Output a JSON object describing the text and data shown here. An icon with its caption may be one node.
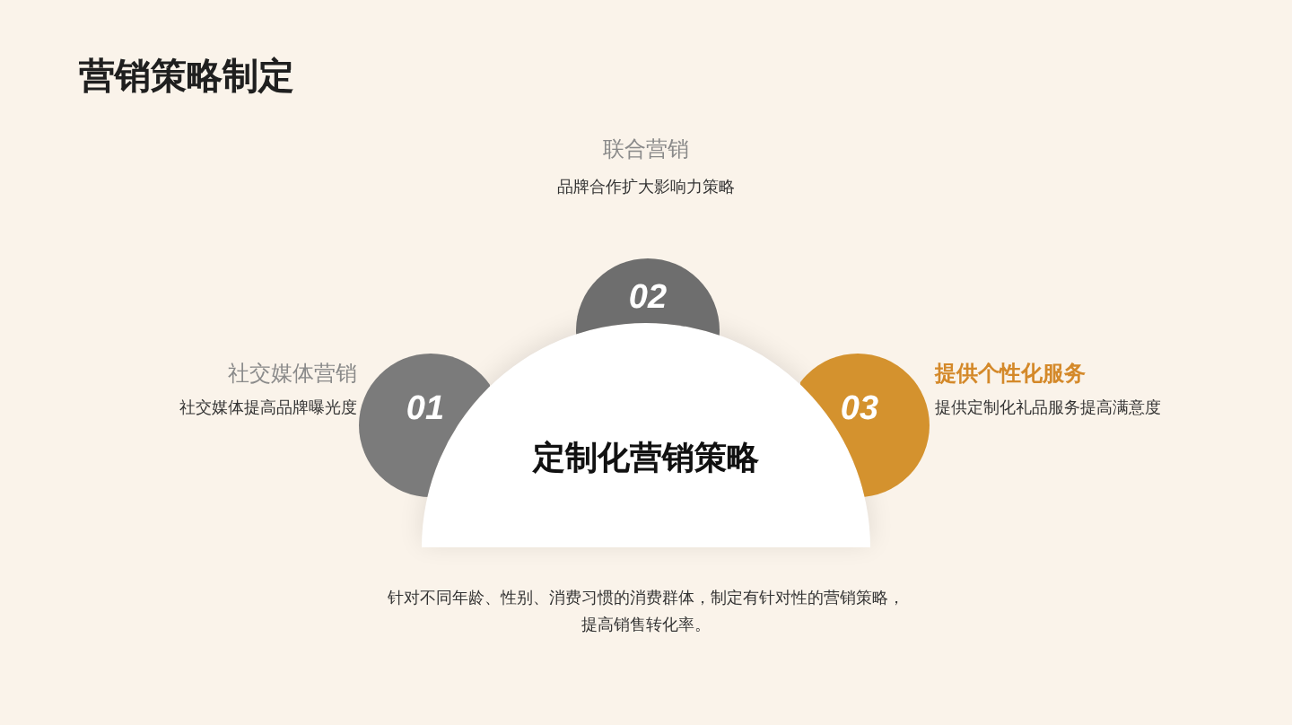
{
  "diagram": {
    "title": "营销策略制定",
    "nodes": [
      {
        "text": [
          "定制化营销策略"
        ],
        "beside": [
          "针对不同年龄、性别、消费习惯的消费群体，制定有针对性的营销策略，提高销售转化率。"
        ]
      },
      {
        "text": [
          "01"
        ],
        "beside": [
          "社交媒体营销",
          "社交媒体提高品牌曝光度"
        ]
      },
      {
        "text": [
          "02"
        ],
        "beside": [
          "联合营销",
          "品牌合作扩大影响力策略"
        ]
      },
      {
        "text": [
          "03"
        ],
        "beside": [
          "提供个性化服务",
          "提供定制化礼品服务提高满意度"
        ]
      }
    ]
  }
}
